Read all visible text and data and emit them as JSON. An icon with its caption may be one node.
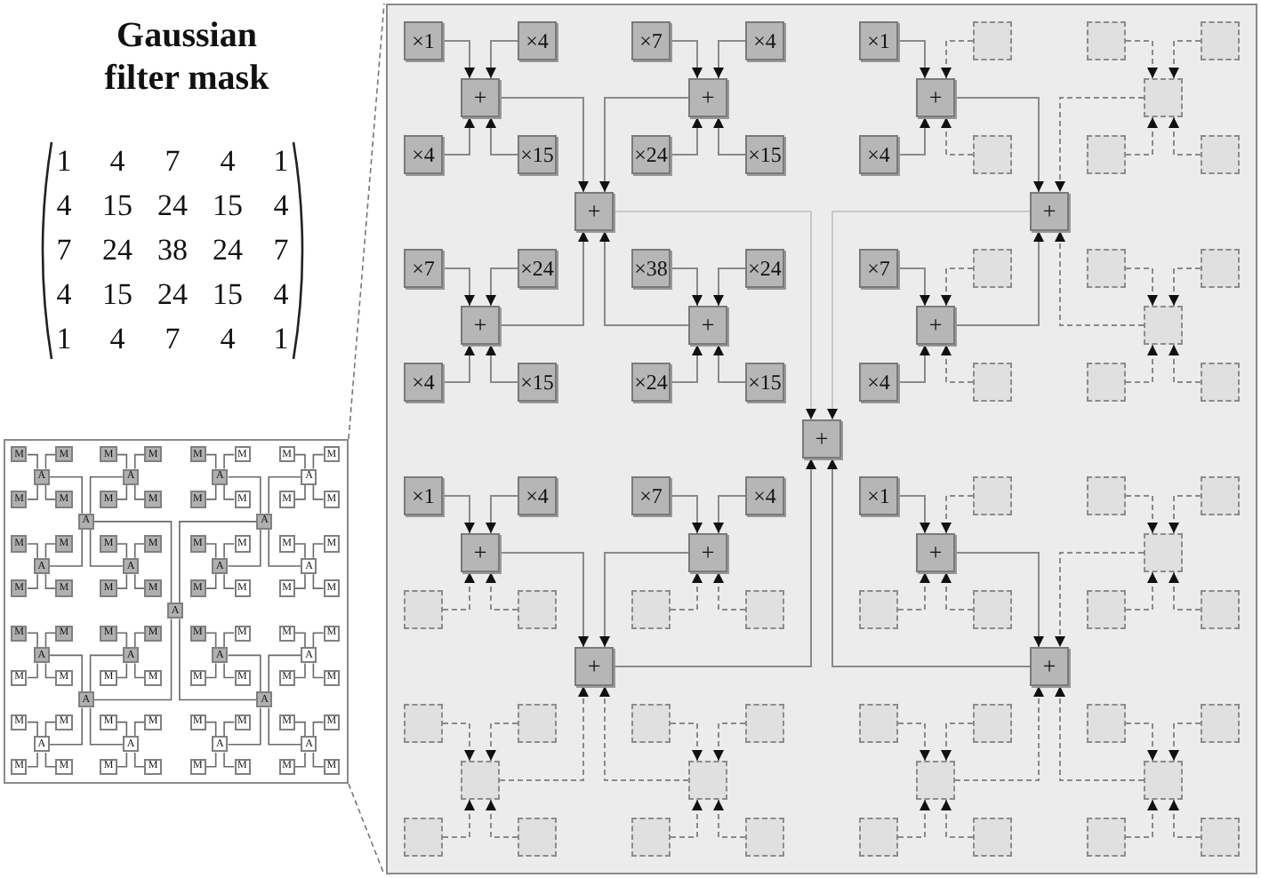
{
  "diagram": {
    "title": "Gaussian filter mask",
    "nodes": [
      {
        "text": [
          "×1"
        ]
      },
      {
        "text": [
          "×4"
        ]
      },
      {
        "text": [
          "×4"
        ]
      },
      {
        "text": [
          "×15"
        ]
      },
      {
        "text": [
          "+"
        ]
      },
      {
        "text": [
          "×7"
        ]
      },
      {
        "text": [
          "×4"
        ]
      },
      {
        "text": [
          "×24"
        ]
      },
      {
        "text": [
          "×15"
        ]
      },
      {
        "text": [
          "+"
        ]
      },
      {
        "text": [
          "×7"
        ]
      },
      {
        "text": [
          "×24"
        ]
      },
      {
        "text": [
          "×4"
        ]
      },
      {
        "text": [
          "×15"
        ]
      },
      {
        "text": [
          "+"
        ]
      },
      {
        "text": [
          "×38"
        ]
      },
      {
        "text": [
          "×24"
        ]
      },
      {
        "text": [
          "×24"
        ]
      },
      {
        "text": [
          "×15"
        ]
      },
      {
        "text": [
          "+"
        ]
      },
      {
        "text": [
          "+"
        ]
      },
      {
        "text": [
          "×1"
        ]
      },
      {
        "text": [],
        "shape": "box"
      },
      {
        "text": [
          "×4"
        ]
      },
      {
        "text": [],
        "shape": "box"
      },
      {
        "text": [
          "+"
        ]
      },
      {
        "text": [],
        "shape": "box"
      },
      {
        "text": [],
        "shape": "box"
      },
      {
        "text": [],
        "shape": "box"
      },
      {
        "text": [],
        "shape": "box"
      },
      {
        "text": [],
        "shape": "box"
      },
      {
        "text": [
          "×7"
        ]
      },
      {
        "text": [],
        "shape": "box"
      },
      {
        "text": [
          "×4"
        ]
      },
      {
        "text": [],
        "shape": "box"
      },
      {
        "text": [
          "+"
        ]
      },
      {
        "text": [],
        "shape": "box"
      },
      {
        "text": [],
        "shape": "box"
      },
      {
        "text": [],
        "shape": "box"
      },
      {
        "text": [],
        "shape": "box"
      },
      {
        "text": [],
        "shape": "box"
      },
      {
        "text": [
          "+"
        ]
      },
      {
        "text": [
          "×1"
        ]
      },
      {
        "text": [
          "×4"
        ]
      },
      {
        "text": [],
        "shape": "box"
      },
      {
        "text": [],
        "shape": "box"
      },
      {
        "text": [
          "+"
        ]
      },
      {
        "text": [
          "×7"
        ]
      },
      {
        "text": [
          "×4"
        ]
      },
      {
        "text": [],
        "shape": "box"
      },
      {
        "text": [],
        "shape": "box"
      },
      {
        "text": [
          "+"
        ]
      },
      {
        "text": [],
        "shape": "box"
      },
      {
        "text": [],
        "shape": "box"
      },
      {
        "text": [],
        "shape": "box"
      },
      {
        "text": [],
        "shape": "box"
      },
      {
        "text": [],
        "shape": "box"
      },
      {
        "text": [],
        "shape": "box"
      },
      {
        "text": [],
        "shape": "box"
      },
      {
        "text": [],
        "shape": "box"
      },
      {
        "text": [],
        "shape": "box"
      },
      {
        "text": [],
        "shape": "box"
      },
      {
        "text": [
          "+"
        ]
      },
      {
        "text": [
          "×1"
        ]
      },
      {
        "text": [],
        "shape": "box"
      },
      {
        "text": [],
        "shape": "box"
      },
      {
        "text": [],
        "shape": "box"
      },
      {
        "text": [
          "+"
        ]
      },
      {
        "text": [],
        "shape": "box"
      },
      {
        "text": [],
        "shape": "box"
      },
      {
        "text": [],
        "shape": "box"
      },
      {
        "text": [],
        "shape": "box"
      },
      {
        "text": [],
        "shape": "box"
      },
      {
        "text": [],
        "shape": "box"
      },
      {
        "text": [],
        "shape": "box"
      },
      {
        "text": [],
        "shape": "box"
      },
      {
        "text": [],
        "shape": "box"
      },
      {
        "text": [],
        "shape": "box"
      },
      {
        "text": [],
        "shape": "box"
      },
      {
        "text": [],
        "shape": "box"
      },
      {
        "text": [],
        "shape": "box"
      },
      {
        "text": [],
        "shape": "box"
      },
      {
        "text": [],
        "shape": "box"
      },
      {
        "text": [
          "+"
        ]
      },
      {
        "text": [
          "+"
        ]
      },
      {
        "text": [
          "M"
        ]
      },
      {
        "text": [
          "M"
        ]
      },
      {
        "text": [
          "M"
        ]
      },
      {
        "text": [
          "M"
        ]
      },
      {
        "text": [
          "A"
        ]
      },
      {
        "text": [
          "M"
        ]
      },
      {
        "text": [
          "M"
        ]
      },
      {
        "text": [
          "M"
        ]
      },
      {
        "text": [
          "M"
        ]
      },
      {
        "text": [
          "A"
        ]
      },
      {
        "text": [
          "M"
        ]
      },
      {
        "text": [
          "M"
        ]
      },
      {
        "text": [
          "M"
        ]
      },
      {
        "text": [
          "M"
        ]
      },
      {
        "text": [
          "A"
        ]
      },
      {
        "text": [
          "M"
        ]
      },
      {
        "text": [
          "M"
        ]
      },
      {
        "text": [
          "M"
        ]
      },
      {
        "text": [
          "M"
        ]
      },
      {
        "text": [
          "A"
        ]
      },
      {
        "text": [
          "A"
        ]
      },
      {
        "text": [
          "M"
        ]
      },
      {
        "text": [
          "M"
        ]
      },
      {
        "text": [
          "M"
        ]
      },
      {
        "text": [
          "M"
        ]
      },
      {
        "text": [
          "A"
        ]
      },
      {
        "text": [
          "M"
        ]
      },
      {
        "text": [
          "M"
        ]
      },
      {
        "text": [
          "M"
        ]
      },
      {
        "text": [
          "M"
        ]
      },
      {
        "text": [
          "A"
        ]
      },
      {
        "text": [
          "M"
        ]
      },
      {
        "text": [
          "M"
        ]
      },
      {
        "text": [
          "M"
        ]
      },
      {
        "text": [
          "M"
        ]
      },
      {
        "text": [
          "A"
        ]
      },
      {
        "text": [
          "M"
        ]
      },
      {
        "text": [
          "M"
        ]
      },
      {
        "text": [
          "M"
        ]
      },
      {
        "text": [
          "M"
        ]
      },
      {
        "text": [
          "A"
        ]
      },
      {
        "text": [
          "A"
        ]
      },
      {
        "text": [
          "M"
        ]
      },
      {
        "text": [
          "M"
        ]
      },
      {
        "text": [
          "M"
        ]
      },
      {
        "text": [
          "M"
        ]
      },
      {
        "text": [
          "A"
        ]
      },
      {
        "text": [
          "M"
        ]
      },
      {
        "text": [
          "M"
        ]
      },
      {
        "text": [
          "M"
        ]
      },
      {
        "text": [
          "M"
        ]
      },
      {
        "text": [
          "A"
        ]
      },
      {
        "text": [
          "M"
        ]
      },
      {
        "text": [
          "M"
        ]
      },
      {
        "text": [
          "M"
        ]
      },
      {
        "text": [
          "M"
        ]
      },
      {
        "text": [
          "A"
        ]
      },
      {
        "text": [
          "M"
        ]
      },
      {
        "text": [
          "M"
        ]
      },
      {
        "text": [
          "M"
        ]
      },
      {
        "text": [
          "M"
        ]
      },
      {
        "text": [
          "A"
        ]
      },
      {
        "text": [
          "A"
        ]
      },
      {
        "text": [
          "M"
        ]
      },
      {
        "text": [
          "M"
        ]
      },
      {
        "text": [
          "M"
        ]
      },
      {
        "text": [
          "M"
        ]
      },
      {
        "text": [
          "A"
        ]
      },
      {
        "text": [
          "M"
        ]
      },
      {
        "text": [
          "M"
        ]
      },
      {
        "text": [
          "M"
        ]
      },
      {
        "text": [
          "M"
        ]
      },
      {
        "text": [
          "A"
        ]
      },
      {
        "text": [
          "M"
        ]
      },
      {
        "text": [
          "M"
        ]
      },
      {
        "text": [
          "M"
        ]
      },
      {
        "text": [
          "M"
        ]
      },
      {
        "text": [
          "A"
        ]
      },
      {
        "text": [
          "M"
        ]
      },
      {
        "text": [
          "M"
        ]
      },
      {
        "text": [
          "M"
        ]
      },
      {
        "text": [
          "M"
        ]
      },
      {
        "text": [
          "A"
        ]
      },
      {
        "text": [
          "A"
        ]
      },
      {
        "text": [
          "A"
        ]
      }
    ],
    "edges": [
      {
        "from": 0,
        "to": 4,
        "arrow": "to"
      },
      {
        "from": 1,
        "to": 4,
        "arrow": "to"
      },
      {
        "from": 2,
        "to": 4,
        "arrow": "to"
      },
      {
        "from": 3,
        "to": 4,
        "arrow": "to"
      },
      {
        "from": 4,
        "to": 20,
        "arrow": "to"
      },
      {
        "from": 5,
        "to": 9,
        "arrow": "to"
      },
      {
        "from": 6,
        "to": 9,
        "arrow": "to"
      },
      {
        "from": 7,
        "to": 9,
        "arrow": "to"
      },
      {
        "from": 8,
        "to": 9,
        "arrow": "to"
      },
      {
        "from": 9,
        "to": 20,
        "arrow": "to"
      },
      {
        "from": 10,
        "to": 14,
        "arrow": "to"
      },
      {
        "from": 11,
        "to": 14,
        "arrow": "to"
      },
      {
        "from": 12,
        "to": 14,
        "arrow": "to"
      },
      {
        "from": 13,
        "to": 14,
        "arrow": "to"
      },
      {
        "from": 14,
        "to": 20,
        "arrow": "to"
      },
      {
        "from": 15,
        "to": 19,
        "arrow": "to"
      },
      {
        "from": 16,
        "to": 19,
        "arrow": "to"
      },
      {
        "from": 17,
        "to": 19,
        "arrow": "to"
      },
      {
        "from": 18,
        "to": 19,
        "arrow": "to"
      },
      {
        "from": 19,
        "to": 20,
        "arrow": "to"
      },
      {
        "from": 20,
        "to": 84,
        "arrow": "to",
        "color": "#c8c8c8"
      },
      {
        "from": 21,
        "to": 25,
        "arrow": "to"
      },
      {
        "from": 22,
        "to": 25,
        "arrow": "to",
        "style": "dashed"
      },
      {
        "from": 23,
        "to": 25,
        "arrow": "to"
      },
      {
        "from": 24,
        "to": 25,
        "arrow": "to",
        "style": "dashed"
      },
      {
        "from": 25,
        "to": 41,
        "arrow": "to"
      },
      {
        "from": 26,
        "to": 30,
        "arrow": "to",
        "style": "dashed"
      },
      {
        "from": 27,
        "to": 30,
        "arrow": "to",
        "style": "dashed"
      },
      {
        "from": 28,
        "to": 30,
        "arrow": "to",
        "style": "dashed"
      },
      {
        "from": 29,
        "to": 30,
        "arrow": "to",
        "style": "dashed"
      },
      {
        "from": 30,
        "to": 41,
        "arrow": "to",
        "style": "dashed"
      },
      {
        "from": 31,
        "to": 35,
        "arrow": "to"
      },
      {
        "from": 32,
        "to": 35,
        "arrow": "to",
        "style": "dashed"
      },
      {
        "from": 33,
        "to": 35,
        "arrow": "to"
      },
      {
        "from": 34,
        "to": 35,
        "arrow": "to",
        "style": "dashed"
      },
      {
        "from": 35,
        "to": 41,
        "arrow": "to"
      },
      {
        "from": 36,
        "to": 40,
        "arrow": "to",
        "style": "dashed"
      },
      {
        "from": 37,
        "to": 40,
        "arrow": "to",
        "style": "dashed"
      },
      {
        "from": 38,
        "to": 40,
        "arrow": "to",
        "style": "dashed"
      },
      {
        "from": 39,
        "to": 40,
        "arrow": "to",
        "style": "dashed"
      },
      {
        "from": 40,
        "to": 41,
        "arrow": "to",
        "style": "dashed"
      },
      {
        "from": 41,
        "to": 84,
        "arrow": "to",
        "color": "#c8c8c8"
      },
      {
        "from": 42,
        "to": 46,
        "arrow": "to"
      },
      {
        "from": 43,
        "to": 46,
        "arrow": "to"
      },
      {
        "from": 44,
        "to": 46,
        "arrow": "to",
        "style": "dashed"
      },
      {
        "from": 45,
        "to": 46,
        "arrow": "to",
        "style": "dashed"
      },
      {
        "from": 46,
        "to": 62,
        "arrow": "to"
      },
      {
        "from": 47,
        "to": 51,
        "arrow": "to"
      },
      {
        "from": 48,
        "to": 51,
        "arrow": "to"
      },
      {
        "from": 49,
        "to": 51,
        "arrow": "to",
        "style": "dashed"
      },
      {
        "from": 50,
        "to": 51,
        "arrow": "to",
        "style": "dashed"
      },
      {
        "from": 51,
        "to": 62,
        "arrow": "to"
      },
      {
        "from": 52,
        "to": 56,
        "arrow": "to",
        "style": "dashed"
      },
      {
        "from": 53,
        "to": 56,
        "arrow": "to",
        "style": "dashed"
      },
      {
        "from": 54,
        "to": 56,
        "arrow": "to",
        "style": "dashed"
      },
      {
        "from": 55,
        "to": 56,
        "arrow": "to",
        "style": "dashed"
      },
      {
        "from": 56,
        "to": 62,
        "arrow": "to",
        "style": "dashed"
      },
      {
        "from": 57,
        "to": 61,
        "arrow": "to",
        "style": "dashed"
      },
      {
        "from": 58,
        "to": 61,
        "arrow": "to",
        "style": "dashed"
      },
      {
        "from": 59,
        "to": 61,
        "arrow": "to",
        "style": "dashed"
      },
      {
        "from": 60,
        "to": 61,
        "arrow": "to",
        "style": "dashed"
      },
      {
        "from": 61,
        "to": 62,
        "arrow": "to",
        "style": "dashed"
      },
      {
        "from": 62,
        "to": 84,
        "arrow": "to"
      },
      {
        "from": 63,
        "to": 67,
        "arrow": "to"
      },
      {
        "from": 64,
        "to": 67,
        "arrow": "to",
        "style": "dashed"
      },
      {
        "from": 65,
        "to": 67,
        "arrow": "to",
        "style": "dashed"
      },
      {
        "from": 66,
        "to": 67,
        "arrow": "to",
        "style": "dashed"
      },
      {
        "from": 67,
        "to": 83,
        "arrow": "to"
      },
      {
        "from": 68,
        "to": 72,
        "arrow": "to",
        "style": "dashed"
      },
      {
        "from": 69,
        "to": 72,
        "arrow": "to",
        "style": "dashed"
      },
      {
        "from": 70,
        "to": 72,
        "arrow": "to",
        "style": "dashed"
      },
      {
        "from": 71,
        "to": 72,
        "arrow": "to",
        "style": "dashed"
      },
      {
        "from": 72,
        "to": 83,
        "arrow": "to",
        "style": "dashed"
      },
      {
        "from": 73,
        "to": 77,
        "arrow": "to",
        "style": "dashed"
      },
      {
        "from": 74,
        "to": 77,
        "arrow": "to",
        "style": "dashed"
      },
      {
        "from": 75,
        "to": 77,
        "arrow": "to",
        "style": "dashed"
      },
      {
        "from": 76,
        "to": 77,
        "arrow": "to",
        "style": "dashed"
      },
      {
        "from": 77,
        "to": 83,
        "arrow": "to",
        "style": "dashed"
      },
      {
        "from": 78,
        "to": 82,
        "arrow": "to",
        "style": "dashed"
      },
      {
        "from": 79,
        "to": 82,
        "arrow": "to",
        "style": "dashed"
      },
      {
        "from": 80,
        "to": 82,
        "arrow": "to",
        "style": "dashed"
      },
      {
        "from": 81,
        "to": 82,
        "arrow": "to",
        "style": "dashed"
      },
      {
        "from": 82,
        "to": 83,
        "arrow": "to",
        "style": "dashed"
      },
      {
        "from": 83,
        "to": 84,
        "arrow": "to"
      },
      {
        "from": 85,
        "to": 89,
        "arrow": "none"
      },
      {
        "from": 86,
        "to": 89,
        "arrow": "none"
      },
      {
        "from": 87,
        "to": 89,
        "arrow": "none"
      },
      {
        "from": 88,
        "to": 89,
        "arrow": "none"
      },
      {
        "from": 89,
        "to": 105,
        "arrow": "none"
      },
      {
        "from": 90,
        "to": 94,
        "arrow": "none"
      },
      {
        "from": 91,
        "to": 94,
        "arrow": "none"
      },
      {
        "from": 92,
        "to": 94,
        "arrow": "none"
      },
      {
        "from": 93,
        "to": 94,
        "arrow": "none"
      },
      {
        "from": 94,
        "to": 105,
        "arrow": "none"
      },
      {
        "from": 95,
        "to": 99,
        "arrow": "none"
      },
      {
        "from": 96,
        "to": 99,
        "arrow": "none"
      },
      {
        "from": 97,
        "to": 99,
        "arrow": "none"
      },
      {
        "from": 98,
        "to": 99,
        "arrow": "none"
      },
      {
        "from": 99,
        "to": 105,
        "arrow": "none"
      },
      {
        "from": 100,
        "to": 104,
        "arrow": "none"
      },
      {
        "from": 101,
        "to": 104,
        "arrow": "none"
      },
      {
        "from": 102,
        "to": 104,
        "arrow": "none"
      },
      {
        "from": 103,
        "to": 104,
        "arrow": "none"
      },
      {
        "from": 104,
        "to": 105,
        "arrow": "none"
      },
      {
        "from": 105,
        "to": 169,
        "arrow": "none"
      },
      {
        "from": 106,
        "to": 110,
        "arrow": "none"
      },
      {
        "from": 107,
        "to": 110,
        "arrow": "none"
      },
      {
        "from": 108,
        "to": 110,
        "arrow": "none"
      },
      {
        "from": 109,
        "to": 110,
        "arrow": "none"
      },
      {
        "from": 110,
        "to": 126,
        "arrow": "none"
      },
      {
        "from": 111,
        "to": 115,
        "arrow": "none"
      },
      {
        "from": 112,
        "to": 115,
        "arrow": "none"
      },
      {
        "from": 113,
        "to": 115,
        "arrow": "none"
      },
      {
        "from": 114,
        "to": 115,
        "arrow": "none"
      },
      {
        "from": 115,
        "to": 126,
        "arrow": "none"
      },
      {
        "from": 116,
        "to": 120,
        "arrow": "none"
      },
      {
        "from": 117,
        "to": 120,
        "arrow": "none"
      },
      {
        "from": 118,
        "to": 120,
        "arrow": "none"
      },
      {
        "from": 119,
        "to": 120,
        "arrow": "none"
      },
      {
        "from": 120,
        "to": 126,
        "arrow": "none"
      },
      {
        "from": 121,
        "to": 125,
        "arrow": "none"
      },
      {
        "from": 122,
        "to": 125,
        "arrow": "none"
      },
      {
        "from": 123,
        "to": 125,
        "arrow": "none"
      },
      {
        "from": 124,
        "to": 125,
        "arrow": "none"
      },
      {
        "from": 125,
        "to": 126,
        "arrow": "none"
      },
      {
        "from": 126,
        "to": 169,
        "arrow": "none"
      },
      {
        "from": 127,
        "to": 131,
        "arrow": "none"
      },
      {
        "from": 128,
        "to": 131,
        "arrow": "none"
      },
      {
        "from": 129,
        "to": 131,
        "arrow": "none"
      },
      {
        "from": 130,
        "to": 131,
        "arrow": "none"
      },
      {
        "from": 131,
        "to": 147,
        "arrow": "none"
      },
      {
        "from": 132,
        "to": 136,
        "arrow": "none"
      },
      {
        "from": 133,
        "to": 136,
        "arrow": "none"
      },
      {
        "from": 134,
        "to": 136,
        "arrow": "none"
      },
      {
        "from": 135,
        "to": 136,
        "arrow": "none"
      },
      {
        "from": 136,
        "to": 147,
        "arrow": "none"
      },
      {
        "from": 137,
        "to": 141,
        "arrow": "none"
      },
      {
        "from": 138,
        "to": 141,
        "arrow": "none"
      },
      {
        "from": 139,
        "to": 141,
        "arrow": "none"
      },
      {
        "from": 140,
        "to": 141,
        "arrow": "none"
      },
      {
        "from": 141,
        "to": 147,
        "arrow": "none"
      },
      {
        "from": 142,
        "to": 146,
        "arrow": "none"
      },
      {
        "from": 143,
        "to": 146,
        "arrow": "none"
      },
      {
        "from": 144,
        "to": 146,
        "arrow": "none"
      },
      {
        "from": 145,
        "to": 146,
        "arrow": "none"
      },
      {
        "from": 146,
        "to": 147,
        "arrow": "none"
      },
      {
        "from": 147,
        "to": 169,
        "arrow": "none"
      },
      {
        "from": 148,
        "to": 152,
        "arrow": "none"
      },
      {
        "from": 149,
        "to": 152,
        "arrow": "none"
      },
      {
        "from": 150,
        "to": 152,
        "arrow": "none"
      },
      {
        "from": 151,
        "to": 152,
        "arrow": "none"
      },
      {
        "from": 152,
        "to": 168,
        "arrow": "none"
      },
      {
        "from": 153,
        "to": 157,
        "arrow": "none"
      },
      {
        "from": 154,
        "to": 157,
        "arrow": "none"
      },
      {
        "from": 155,
        "to": 157,
        "arrow": "none"
      },
      {
        "from": 156,
        "to": 157,
        "arrow": "none"
      },
      {
        "from": 157,
        "to": 168,
        "arrow": "none"
      },
      {
        "from": 158,
        "to": 162,
        "arrow": "none"
      },
      {
        "from": 159,
        "to": 162,
        "arrow": "none"
      },
      {
        "from": 160,
        "to": 162,
        "arrow": "none"
      },
      {
        "from": 161,
        "to": 162,
        "arrow": "none"
      },
      {
        "from": 162,
        "to": 168,
        "arrow": "none"
      },
      {
        "from": 163,
        "to": 167,
        "arrow": "none"
      },
      {
        "from": 164,
        "to": 167,
        "arrow": "none"
      },
      {
        "from": 165,
        "to": 167,
        "arrow": "none"
      },
      {
        "from": 166,
        "to": 167,
        "arrow": "none"
      },
      {
        "from": 167,
        "to": 168,
        "arrow": "none"
      },
      {
        "from": 168,
        "to": 169,
        "arrow": "none"
      }
    ],
    "labels": [
      "1",
      "4",
      "7",
      "4",
      "1",
      "4",
      "15",
      "24",
      "15",
      "4",
      "7",
      "24",
      "38",
      "24",
      "7",
      "4",
      "15",
      "24",
      "15",
      "4",
      "1",
      "4",
      "7",
      "4",
      "1"
    ]
  }
}
